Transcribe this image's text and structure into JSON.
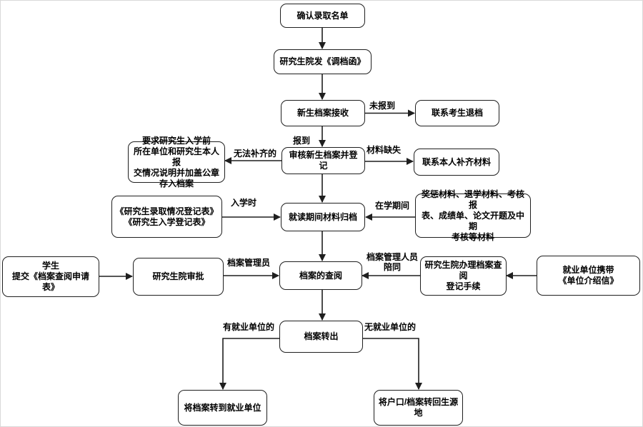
{
  "diagram_type": "flowchart",
  "colors": {
    "background": "#ffffff",
    "node_fill": "#ffffff",
    "stroke": "#1f1f1f",
    "text": "#000000"
  },
  "nodes": {
    "confirm_admission": [
      "确认录取名单"
    ],
    "send_transfer_letter": [
      "研究生院发《调档函》"
    ],
    "new_student_archive_reception": [
      "新生档案接收"
    ],
    "contact_candidate_return": [
      "联系考生退档"
    ],
    "review_and_register": [
      "审核新生档案并登记"
    ],
    "contact_person_complete": [
      "联系本人补齐材料"
    ],
    "require_statement": [
      "要求研究生入学前",
      "所在单位和研究生本人报",
      "交情况说明并加盖公章",
      "存入档案"
    ],
    "enrollment_forms": [
      "《研究生录取情况登记表》",
      "《研究生入学登记表》"
    ],
    "study_period_archiving": [
      "就读期间材料归档"
    ],
    "study_materials": [
      "奖惩材料、退学材料、考核报",
      "表、成绩单、论文开题及中期",
      "考核等材料"
    ],
    "student_application": [
      "学生",
      "提交《档案查阅申请表》"
    ],
    "grad_school_approval": [
      "研究生院审批"
    ],
    "archive_access": [
      "档案的查阅"
    ],
    "access_registration": [
      "研究生院办理档案查阅",
      "登记手续"
    ],
    "employer_intro_letter": [
      "就业单位携带",
      "《单位介绍信》"
    ],
    "archive_transfer_out": [
      "档案转出"
    ],
    "transfer_to_employer": [
      "将档案转到就业单位"
    ],
    "transfer_to_hometown": [
      "将户口/档案转回生源地"
    ]
  },
  "edge_labels": {
    "not_reported": "未报到",
    "reported": "报到",
    "materials_missing": "材料缺失",
    "cannot_complete": "无法补齐的",
    "at_enrollment": "入学时",
    "during_study": "在学期间",
    "archive_manager": "档案管理员",
    "archive_staff_accompany": [
      "档案管理人员",
      "陪同"
    ],
    "has_employer": "有就业单位的",
    "no_employer": "无就业单位的"
  }
}
